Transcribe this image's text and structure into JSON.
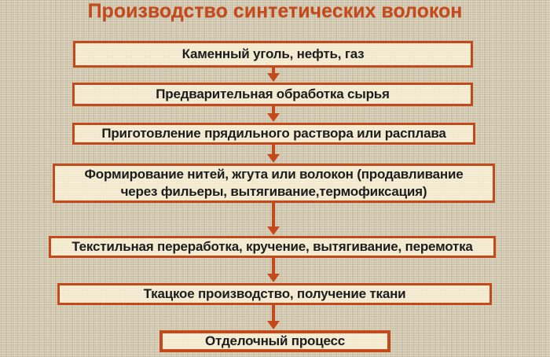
{
  "title": "Производство синтетических волокон",
  "colors": {
    "accent": "#c44a1c",
    "background": "#d5ccb3",
    "box_fill": "#f5ecd2",
    "text": "#1c1c1c"
  },
  "flowchart": {
    "steps": [
      {
        "label": "Каменный уголь, нефть, газ"
      },
      {
        "label": "Предварительная обработка сырья"
      },
      {
        "label": "Приготовление прядильного раствора или расплава"
      },
      {
        "label": "Формирование нитей, жгута или волокон (продавливание\nчерез фильеры, вытягивание,термофиксация)"
      },
      {
        "label": "Текстильная переработка, кручение, вытягивание, перемотка"
      },
      {
        "label": "Ткацкое производство, получение ткани"
      },
      {
        "label": "Отделочный процесс"
      }
    ]
  }
}
